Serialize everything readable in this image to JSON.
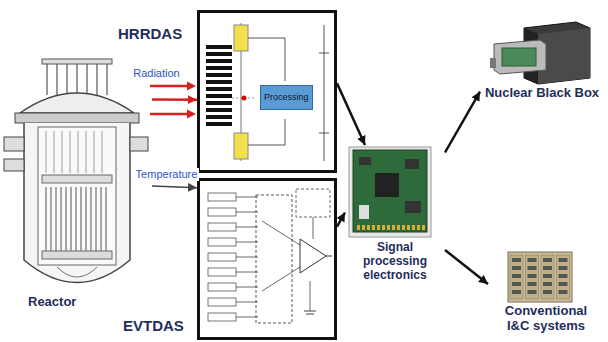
{
  "diagram": {
    "nodes": [
      {
        "text": [
          "Reactor"
        ]
      },
      {
        "text": [
          "HRRDAS"
        ]
      },
      {
        "text": [
          "EVTDAS"
        ]
      },
      {
        "text": [
          "Signal processing electronics"
        ]
      },
      {
        "text": [
          "Nuclear Black Box"
        ]
      },
      {
        "text": [
          "Conventional I&C systems"
        ]
      }
    ],
    "edges": [
      {
        "from": 0,
        "to": 1,
        "label": "Radiation",
        "arrow": "to"
      },
      {
        "from": 0,
        "to": 2,
        "label": "Temperature",
        "arrow": "to"
      },
      {
        "from": 1,
        "to": 3,
        "arrow": "to"
      },
      {
        "from": 2,
        "to": 3,
        "arrow": "to"
      },
      {
        "from": 3,
        "to": 4,
        "arrow": "to"
      },
      {
        "from": 3,
        "to": 5,
        "arrow": "to"
      }
    ],
    "labels": [
      "Processing"
    ]
  }
}
